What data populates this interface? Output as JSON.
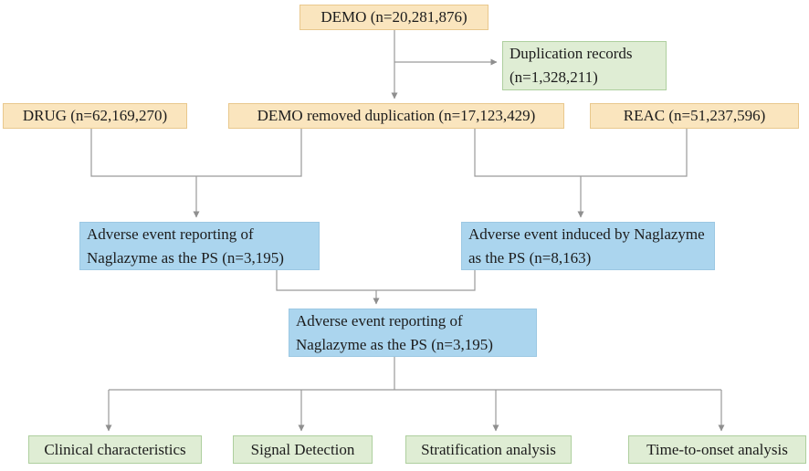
{
  "figure": {
    "type": "flowchart",
    "description": "FAERS data selection flowchart for Naglazyme adverse event analysis",
    "colors": {
      "source_box_fill": "#FAE5BE",
      "source_box_border": "#E9C88D",
      "result_box_fill": "#ABD5EE",
      "analysis_box_fill": "#DFEDD4",
      "analysis_box_border": "#AECF9E",
      "arrow": "#8F8F8F",
      "text": "#1c1c1c",
      "background": "#ffffff"
    },
    "nodes": {
      "demo": "DEMO (n=20,281,876)",
      "duplication_records": "Duplication records (n=1,328,211)",
      "drug": "DRUG (n=62,169,270)",
      "demo_removed": "DEMO removed duplication (n=17,123,429)",
      "reac": "REAC (n=51,237,596)",
      "ae_reporting_left": "Adverse event reporting of Naglazyme as the PS (n=3,195)",
      "ae_induced_right": "Adverse event induced by Naglazyme as the PS (n=8,163)",
      "ae_reporting_center": "Adverse event reporting of Naglazyme as the PS (n=3,195)",
      "clinical_characteristics": "Clinical characteristics",
      "signal_detection": "Signal Detection",
      "stratification_analysis": "Stratification analysis",
      "time_to_onset_analysis": "Time-to-onset analysis"
    },
    "edges": [
      {
        "from": "demo",
        "to": "demo_removed"
      },
      {
        "from": "demo",
        "to": "duplication_records"
      },
      {
        "from": "drug",
        "to": "ae_reporting_left"
      },
      {
        "from": "demo_removed",
        "to": "ae_reporting_left"
      },
      {
        "from": "demo_removed",
        "to": "ae_induced_right"
      },
      {
        "from": "reac",
        "to": "ae_induced_right"
      },
      {
        "from": "ae_reporting_left",
        "to": "ae_reporting_center"
      },
      {
        "from": "ae_induced_right",
        "to": "ae_reporting_center"
      },
      {
        "from": "ae_reporting_center",
        "to": "clinical_characteristics"
      },
      {
        "from": "ae_reporting_center",
        "to": "signal_detection"
      },
      {
        "from": "ae_reporting_center",
        "to": "stratification_analysis"
      },
      {
        "from": "ae_reporting_center",
        "to": "time_to_onset_analysis"
      }
    ]
  }
}
